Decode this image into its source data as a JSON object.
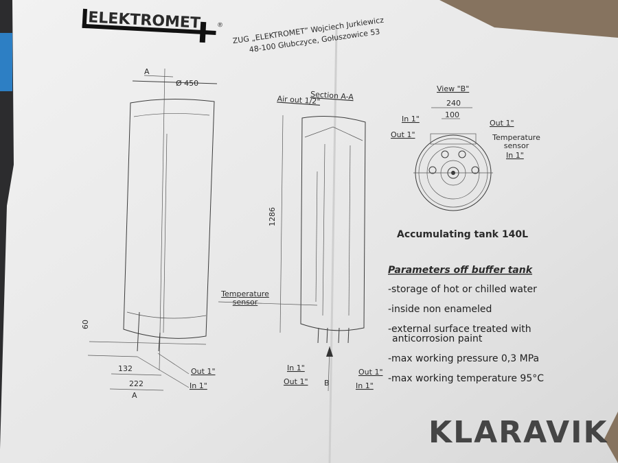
{
  "header": {
    "logo": "ELEKTROMET",
    "registered": "®",
    "company_line": "ZUG „ELEKTROMET” Wojciech Jurkiewicz",
    "address_line": "48-100 Głubczyce,  Gołuszowice 53"
  },
  "side_view": {
    "dim_a_top": "A",
    "diameter": "Ø 450",
    "dim_60": "60",
    "dim_132": "132",
    "dim_222": "222",
    "dim_a_bottom": "A",
    "out_label": "Out 1\"",
    "in_label": "In 1\""
  },
  "section_view": {
    "title": "Section A-A",
    "air_out": "Air out 1/2\"",
    "height_dim": "1286",
    "temp_sensor": "Temperature sensor",
    "in_left": "In 1\"",
    "out_left": "Out 1\"",
    "arrow_b": "B",
    "out_right": "Out 1\"",
    "in_right": "In 1\""
  },
  "view_b": {
    "title": "View \"B\"",
    "dim_240": "240",
    "dim_100": "100",
    "in_top": "In 1\"",
    "out_left": "Out 1\"",
    "out_right": "Out 1\"",
    "temp_sensor": "Temperature sensor",
    "in_right": "In 1\""
  },
  "product": {
    "title": "Accumulating tank 140L",
    "params_heading": "Parameters off buffer tank",
    "params": [
      "-storage of hot or chilled water",
      "-inside non enameled",
      "-external surface treated with",
      "anticorrosion paint",
      "-max working pressure 0,3 MPa",
      "-max working temperature 95°C"
    ]
  },
  "watermark": "KLARAVIK"
}
